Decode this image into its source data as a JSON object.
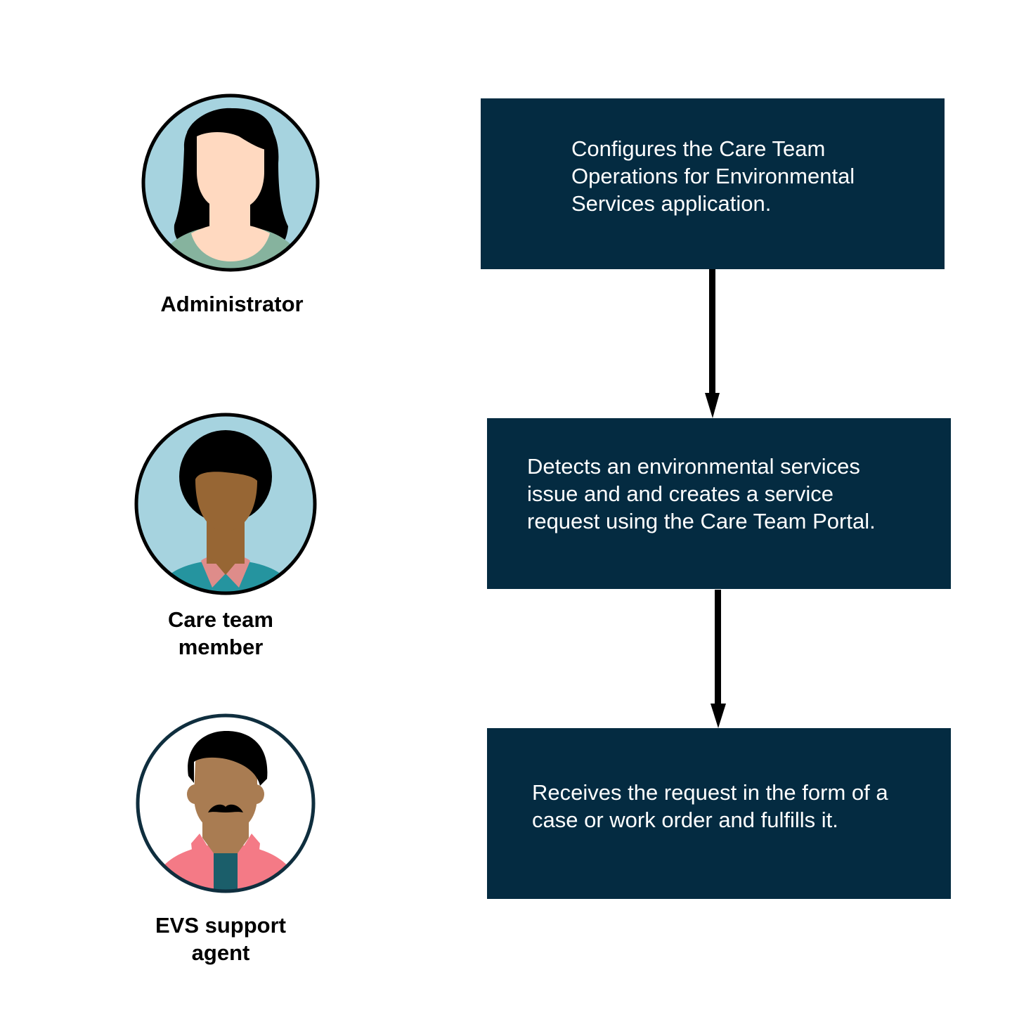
{
  "personas": [
    {
      "label": "Administrator"
    },
    {
      "label": "Care team\nmember"
    },
    {
      "label": "EVS support\nagent"
    }
  ],
  "steps": [
    {
      "text": "Configures the Care Team\nOperations for Environmental\nServices application."
    },
    {
      "text": "Detects an environmental services\nissue and and creates a service\nrequest using the Care Team Portal."
    },
    {
      "text": "Receives the request in the form of a\ncase or work order and fulfills it."
    }
  ],
  "colors": {
    "box_fill": "#042b41",
    "box_text": "#ffffff",
    "avatar_bg": "#a6d3df",
    "outline": "#000000",
    "outline_agent": "#0f2e3e"
  },
  "icons": {
    "administrator": "female-avatar-icon",
    "care_team_member": "care-team-avatar-icon",
    "evs_agent": "male-avatar-icon"
  }
}
